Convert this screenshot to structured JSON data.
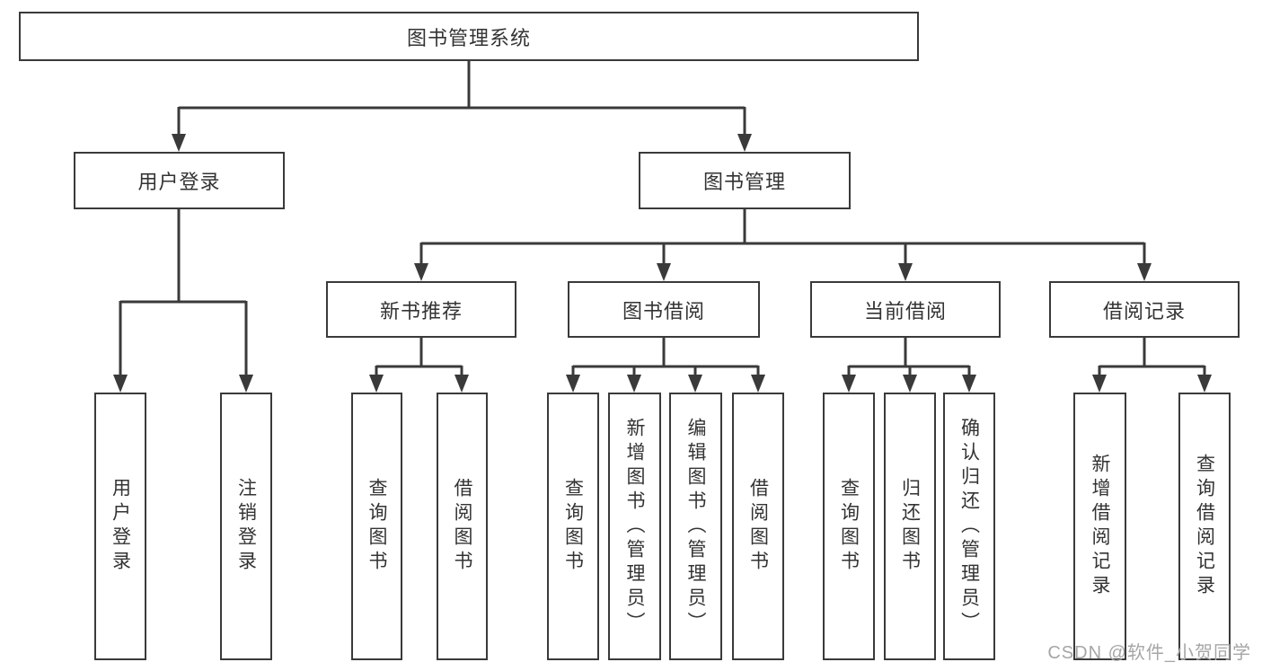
{
  "diagram": {
    "type": "hierarchy-tree",
    "tree": {
      "label": "图书管理系统",
      "children": [
        {
          "label": "用户登录",
          "children": [
            {
              "label": "用户登录"
            },
            {
              "label": "注销登录"
            }
          ]
        },
        {
          "label": "图书管理",
          "children": [
            {
              "label": "新书推荐",
              "children": [
                {
                  "label": "查询图书"
                },
                {
                  "label": "借阅图书"
                }
              ]
            },
            {
              "label": "图书借阅",
              "children": [
                {
                  "label": "查询图书"
                },
                {
                  "label": "新增图书（管理员）"
                },
                {
                  "label": "编辑图书（管理员）"
                },
                {
                  "label": "借阅图书"
                }
              ]
            },
            {
              "label": "当前借阅",
              "children": [
                {
                  "label": "查询图书"
                },
                {
                  "label": "归还图书"
                },
                {
                  "label": "确认归还（管理员）"
                }
              ]
            },
            {
              "label": "借阅记录",
              "children": [
                {
                  "label": "新增借阅记录"
                },
                {
                  "label": "查询借阅记录"
                }
              ]
            }
          ]
        }
      ]
    },
    "colors": {
      "line": "#3a3a3a",
      "text": "#333333",
      "box_background": "#ffffff",
      "watermark": "#a6a6a6"
    }
  },
  "watermark": {
    "text": "CSDN @软件_小贺同学"
  }
}
